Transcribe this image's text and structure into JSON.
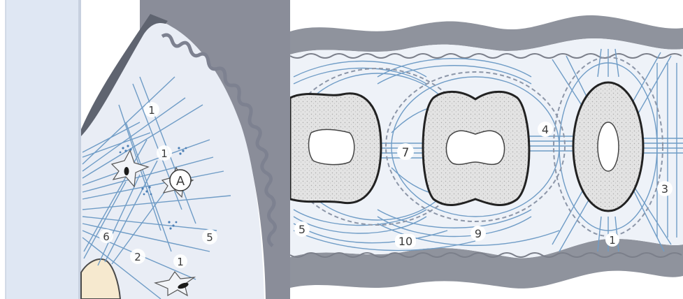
{
  "left_panel": {
    "labels": {
      "l1a": "1",
      "l1b": "1",
      "l1c": "1",
      "lA": "A",
      "l2": "2",
      "l5": "5",
      "l6": "6"
    }
  },
  "right_panel": {
    "labels": {
      "r1": "1",
      "r3": "3",
      "r4": "4",
      "r5": "5",
      "r7": "7",
      "r9": "9",
      "r10": "10"
    }
  },
  "colors": {
    "fiber": "#6f9cc6",
    "gingiva": "#8a8d99",
    "tissue_light": "#e9edf5",
    "background_blue": "#dfe7f3"
  }
}
